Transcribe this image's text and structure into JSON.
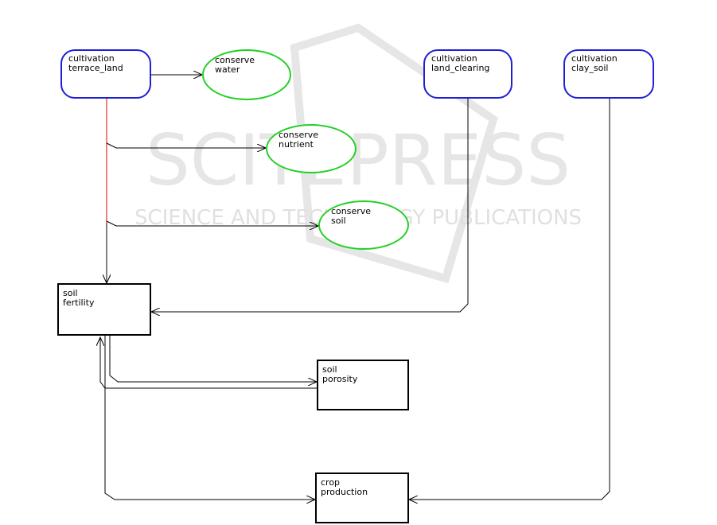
{
  "watermark": {
    "big": "SCITEPRESS",
    "small": "SCIENCE AND TECHNOLOGY PUBLICATIONS"
  },
  "nodes": {
    "cultivation_terrace_land": [
      "cultivation",
      "terrace_land"
    ],
    "cultivation_land_clearing": [
      "cultivation",
      "land_clearing"
    ],
    "cultivation_clay_soil": [
      "cultivation",
      "clay_soil"
    ],
    "conserve_water": [
      "conserve",
      "water"
    ],
    "conserve_nutrient": [
      "conserve",
      "nutrient"
    ],
    "conserve_soil": [
      "conserve",
      "soil"
    ],
    "soil_fertility": [
      "soil",
      "fertility"
    ],
    "soil_porosity": [
      "soil",
      "porosity"
    ],
    "crop_production": [
      "crop",
      "production"
    ]
  },
  "colors": {
    "cultivation_border": "#1f1fd6",
    "conserve_border": "#22d022",
    "variable_border": "#000000",
    "highlight_edge": "#e00000",
    "edge": "#000000"
  }
}
